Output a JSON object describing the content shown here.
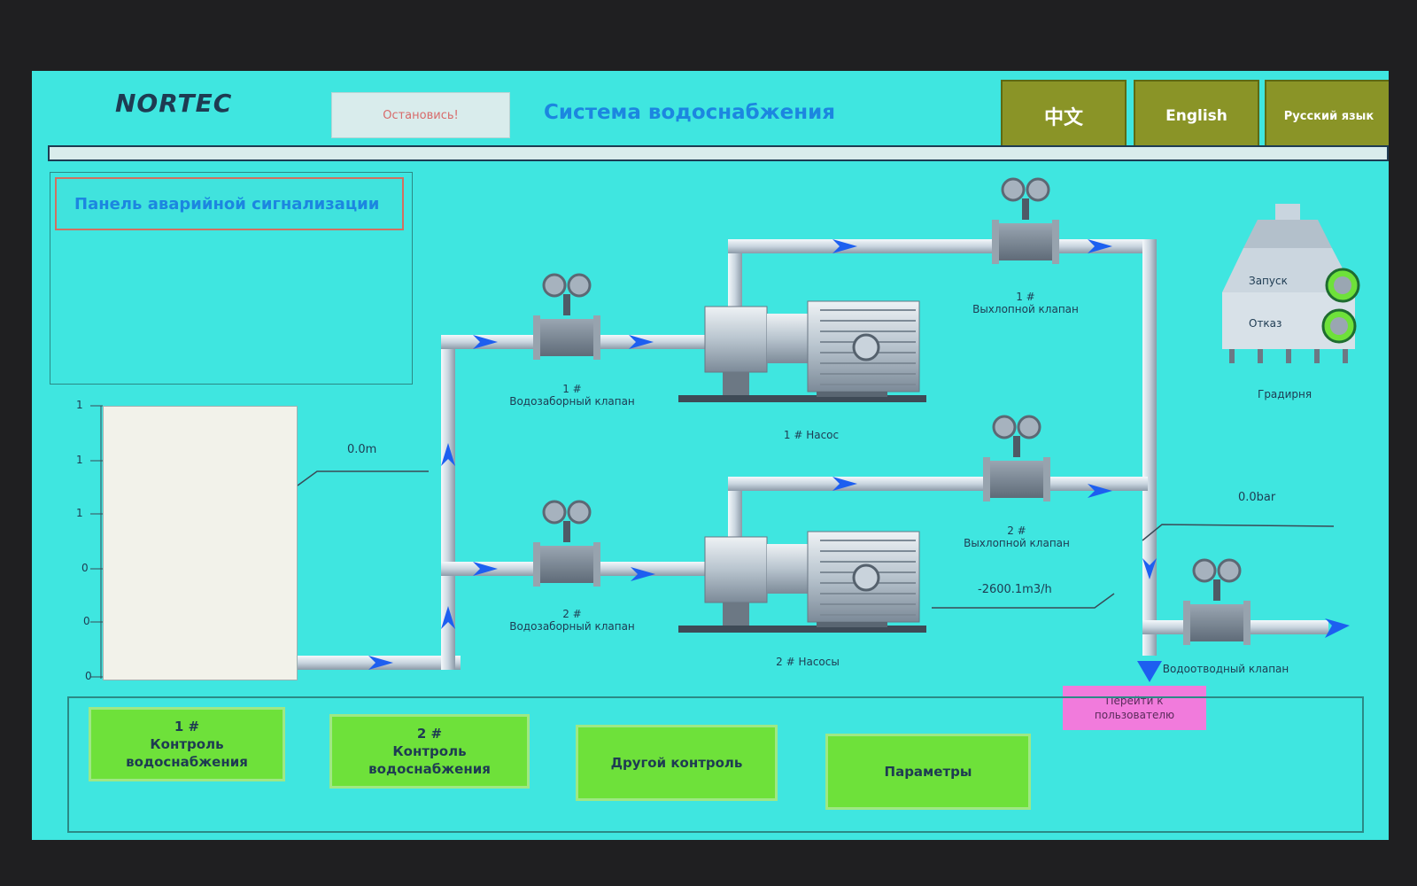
{
  "header": {
    "brand": "NORTEC",
    "stop_button": "Остановись!",
    "title": "Система водоснабжения",
    "languages": [
      "中文",
      "English",
      "Русский язык"
    ]
  },
  "alarm_panel": {
    "title": "Панель аварийной сигнализации"
  },
  "level_gauge": {
    "ticks": [
      "1",
      "1",
      "1",
      "0",
      "0",
      "0"
    ],
    "value": "0.0m"
  },
  "pump1": {
    "intake_valve": "1 #\nВодозаборный клапан",
    "pump": "1 # Насос",
    "outlet_valve": "1 #\nВыхлопной клапан"
  },
  "pump2": {
    "intake_valve": "2 #\nВодозаборный клапан",
    "pump": "2 # Насосы",
    "outlet_valve": "2 #\nВыхлопной клапан"
  },
  "pressure": "0.0bar",
  "flow": "-2600.1m3/h",
  "cooling_tower": {
    "label": "Градирня",
    "start": "Запуск",
    "stop": "Отказ"
  },
  "drain_valve": "Водоотводный клапан",
  "goto_user_button": "Перейти к\nпользователю",
  "nav": [
    "1 #\nКонтроль водоснабжения",
    "2 #\nКонтроль водоснабжения",
    "Другой контроль",
    "Параметры"
  ]
}
